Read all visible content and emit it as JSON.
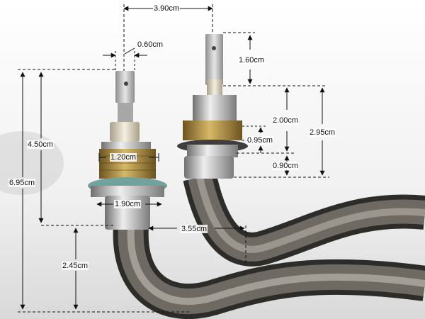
{
  "dimensions": {
    "terminal_spacing": "3.90cm",
    "tab_width": "0.60cm",
    "tab_length": "1.60cm",
    "thread_diameter": "1.20cm",
    "left_upper_height": "4.50cm",
    "total_height": "6.95cm",
    "flange_width": "1.90cm",
    "tube_spacing": "3.55cm",
    "lower_height": "2.45cm",
    "insulator_height": "2.00cm",
    "nut_height": "0.95cm",
    "collar_height": "0.90cm",
    "right_upper_height": "2.95cm"
  },
  "colors": {
    "dimension_line": "#111111",
    "tube": "#55524c",
    "brass": "#b08d3c",
    "steel": "#b8b8b8",
    "insulator": "#e8e2cf",
    "gasket": "#6fa39b"
  }
}
